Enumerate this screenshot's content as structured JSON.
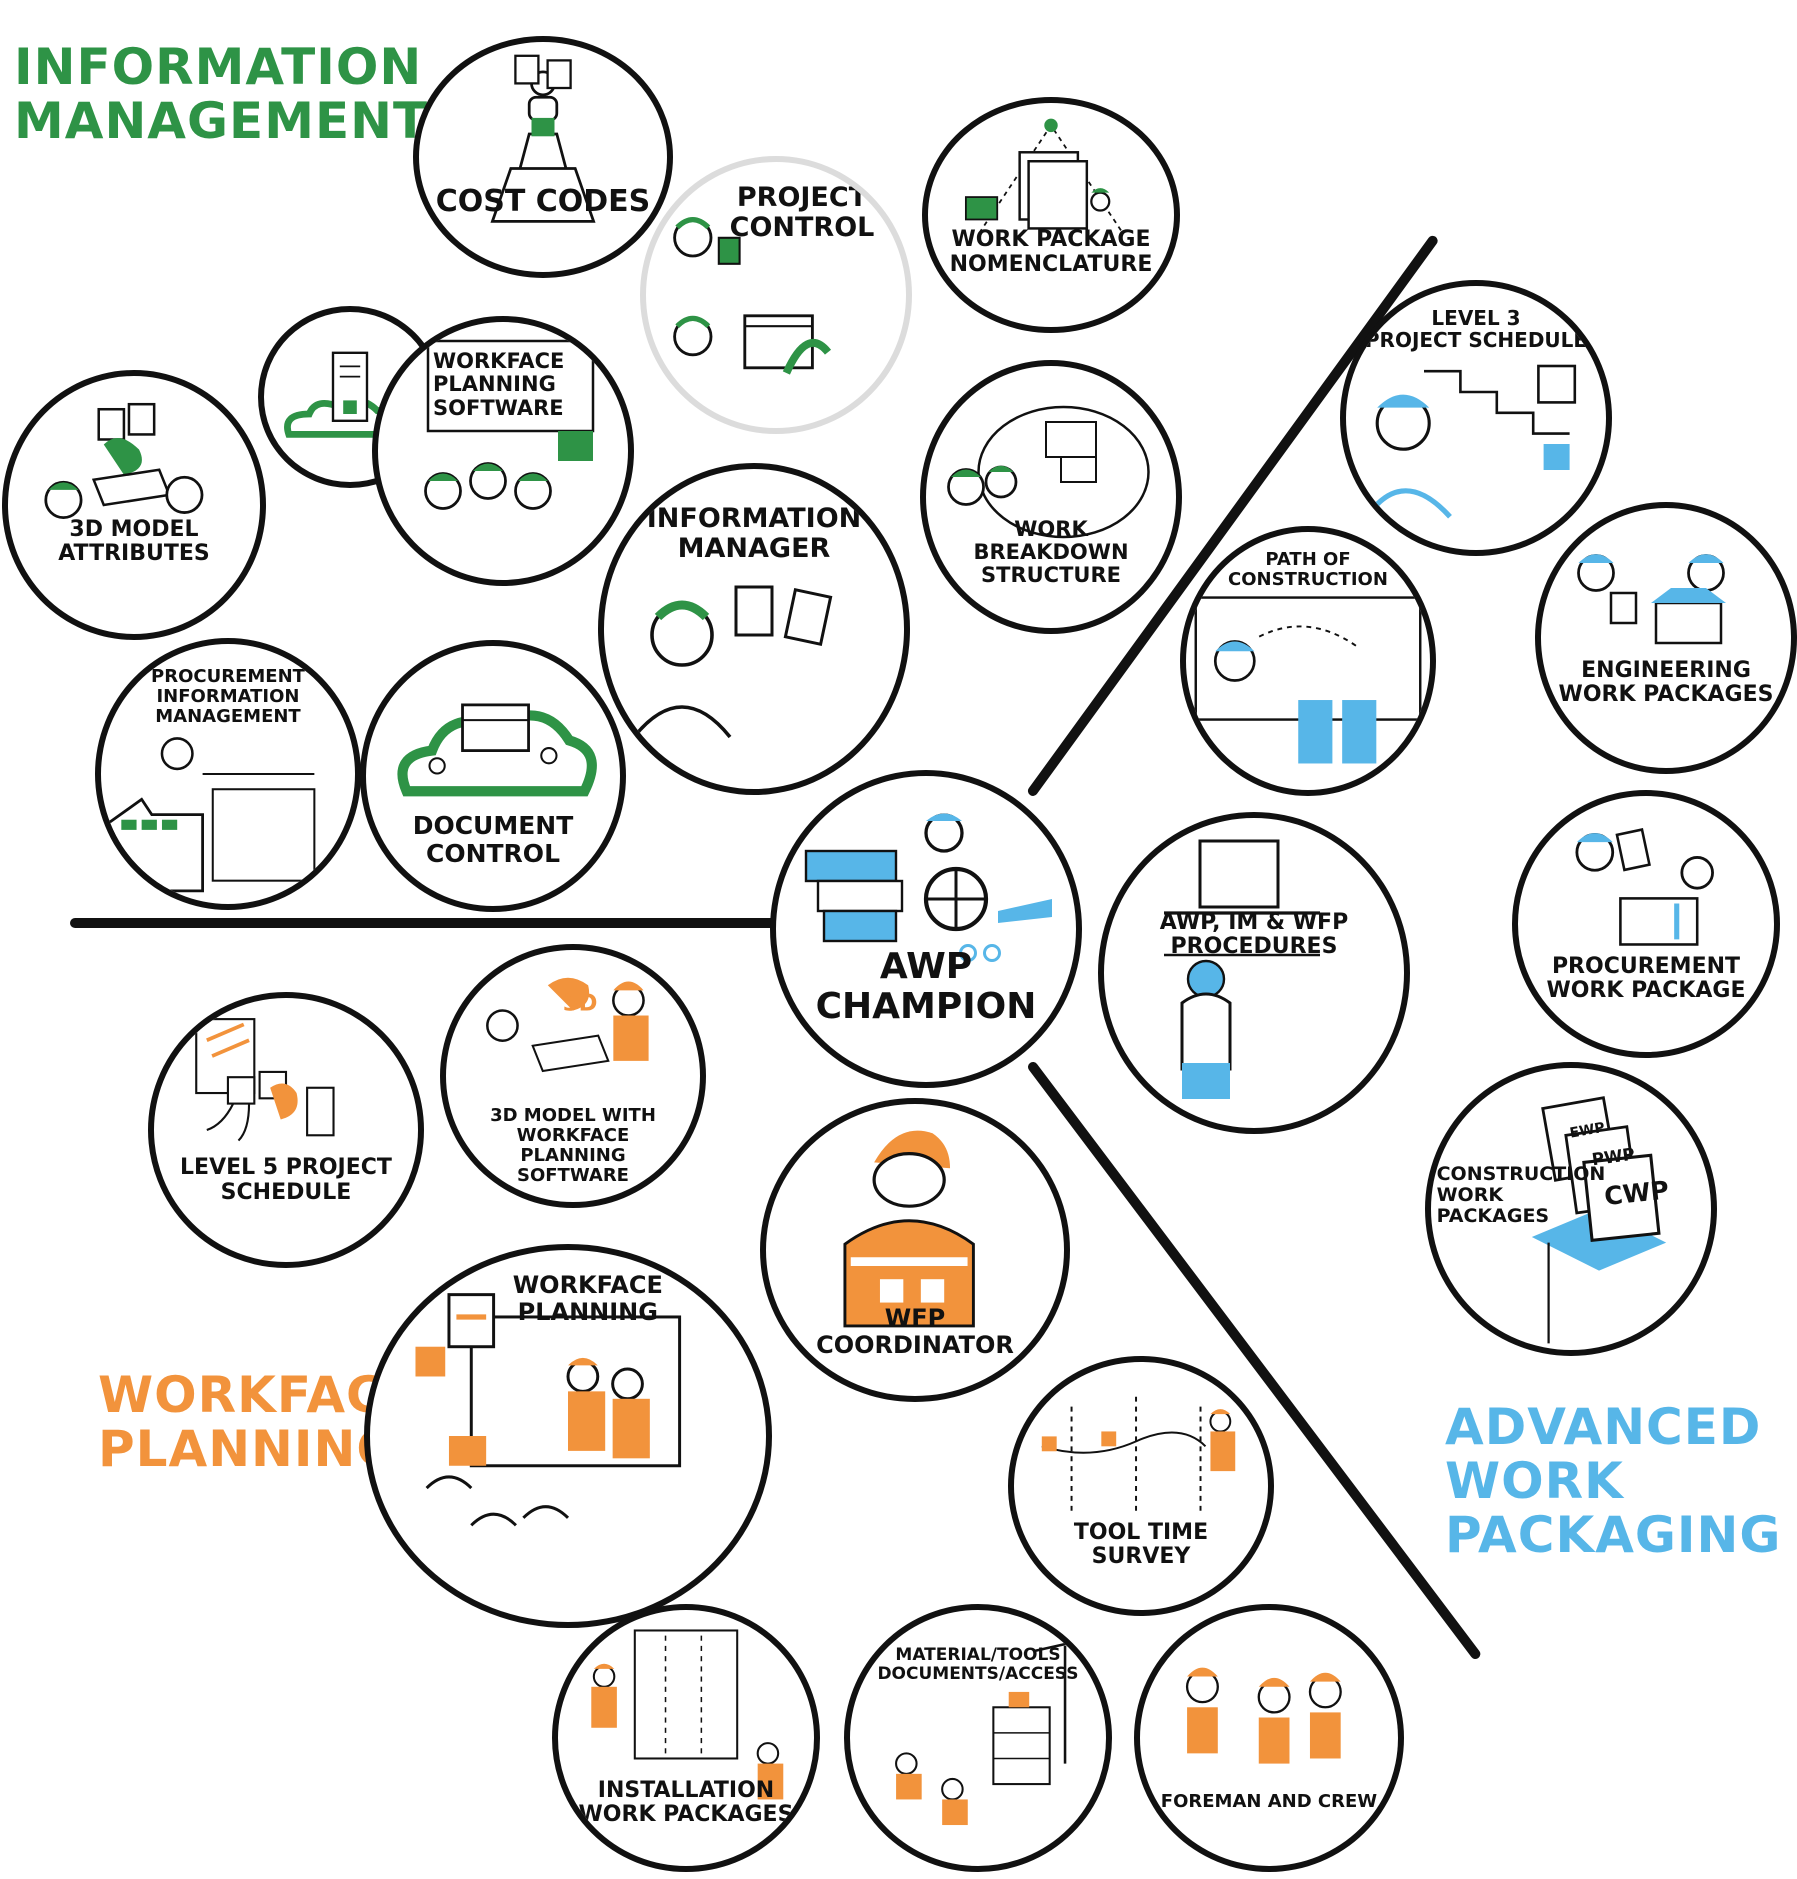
{
  "sections": {
    "information_management": {
      "line1": "INFORMATION",
      "line2": "MANAGEMENT",
      "color": "#2e9346"
    },
    "workface_planning": {
      "line1": "WORKFACE",
      "line2": "PLANNING",
      "color": "#f2933c"
    },
    "advanced_work_packaging": {
      "line1": "ADVANCED",
      "line2": "WORK",
      "line3": "PACKAGING",
      "color": "#57b6e8"
    }
  },
  "nodes": {
    "cost_codes": {
      "line1": "COST CODES"
    },
    "project_control": {
      "line1": "PROJECT",
      "line2": "CONTROL"
    },
    "work_package_nomenclature": {
      "line1": "WORK PACKAGE",
      "line2": "NOMENCLATURE"
    },
    "workface_planning_software": {
      "line1": "WORKFACE",
      "line2": "PLANNING",
      "line3": "SOFTWARE"
    },
    "three_d_model_attributes": {
      "line1": "3D MODEL",
      "line2": "ATTRIBUTES"
    },
    "information_manager": {
      "line1": "INFORMATION",
      "line2": "MANAGER"
    },
    "work_breakdown_structure": {
      "line1": "WORK BREAKDOWN",
      "line2": "STRUCTURE"
    },
    "procurement_information_management": {
      "line1": "PROCUREMENT",
      "line2": "INFORMATION",
      "line3": "MANAGEMENT"
    },
    "document_control": {
      "line1": "DOCUMENT",
      "line2": "CONTROL"
    },
    "awp_champion": {
      "line1": "AWP",
      "line2": "CHAMPION"
    },
    "level3_project_schedule": {
      "line1": "LEVEL 3",
      "line2": "PROJECT SCHEDULE"
    },
    "path_of_construction": {
      "line1": "PATH OF",
      "line2": "CONSTRUCTION"
    },
    "engineering_work_packages": {
      "line1": "ENGINEERING",
      "line2": "WORK PACKAGES"
    },
    "awp_im_wfp_procedures": {
      "line1": "AWP, IM & WFP",
      "line2": "PROCEDURES"
    },
    "procurement_work_package": {
      "line1": "PROCUREMENT",
      "line2": "WORK PACKAGE"
    },
    "construction_work_packages": {
      "line1": "CONSTRUCTION",
      "line2": "WORK",
      "line3": "PACKAGES",
      "tag_ewp": "EWP",
      "tag_pwp": "PWP",
      "tag_cwp": "CWP"
    },
    "level5_project_schedule": {
      "line1": "LEVEL 5 PROJECT",
      "line2": "SCHEDULE"
    },
    "three_d_model_with_wfp_software": {
      "line1": "3D MODEL WITH",
      "line2": "WORKFACE PLANNING",
      "line3": "SOFTWARE",
      "tag": "3D"
    },
    "wfp_coordinator": {
      "line1": "WFP",
      "line2": "COORDINATOR"
    },
    "workface_planning_node": {
      "line1": "WORKFACE",
      "line2": "PLANNING"
    },
    "tool_time_survey": {
      "line1": "TOOL TIME",
      "line2": "SURVEY"
    },
    "installation_work_packages": {
      "line1": "INSTALLATION",
      "line2": "WORK PACKAGES"
    },
    "material_tools_documents_access": {
      "line1": "MATERIAL/TOOLS",
      "line2": "DOCUMENTS/ACCESS"
    },
    "foreman_and_crew": {
      "line1": "FOREMAN AND CREW"
    }
  },
  "colors": {
    "green": "#2e9346",
    "orange": "#f2933c",
    "blue": "#57b6e8",
    "ink": "#111111"
  }
}
